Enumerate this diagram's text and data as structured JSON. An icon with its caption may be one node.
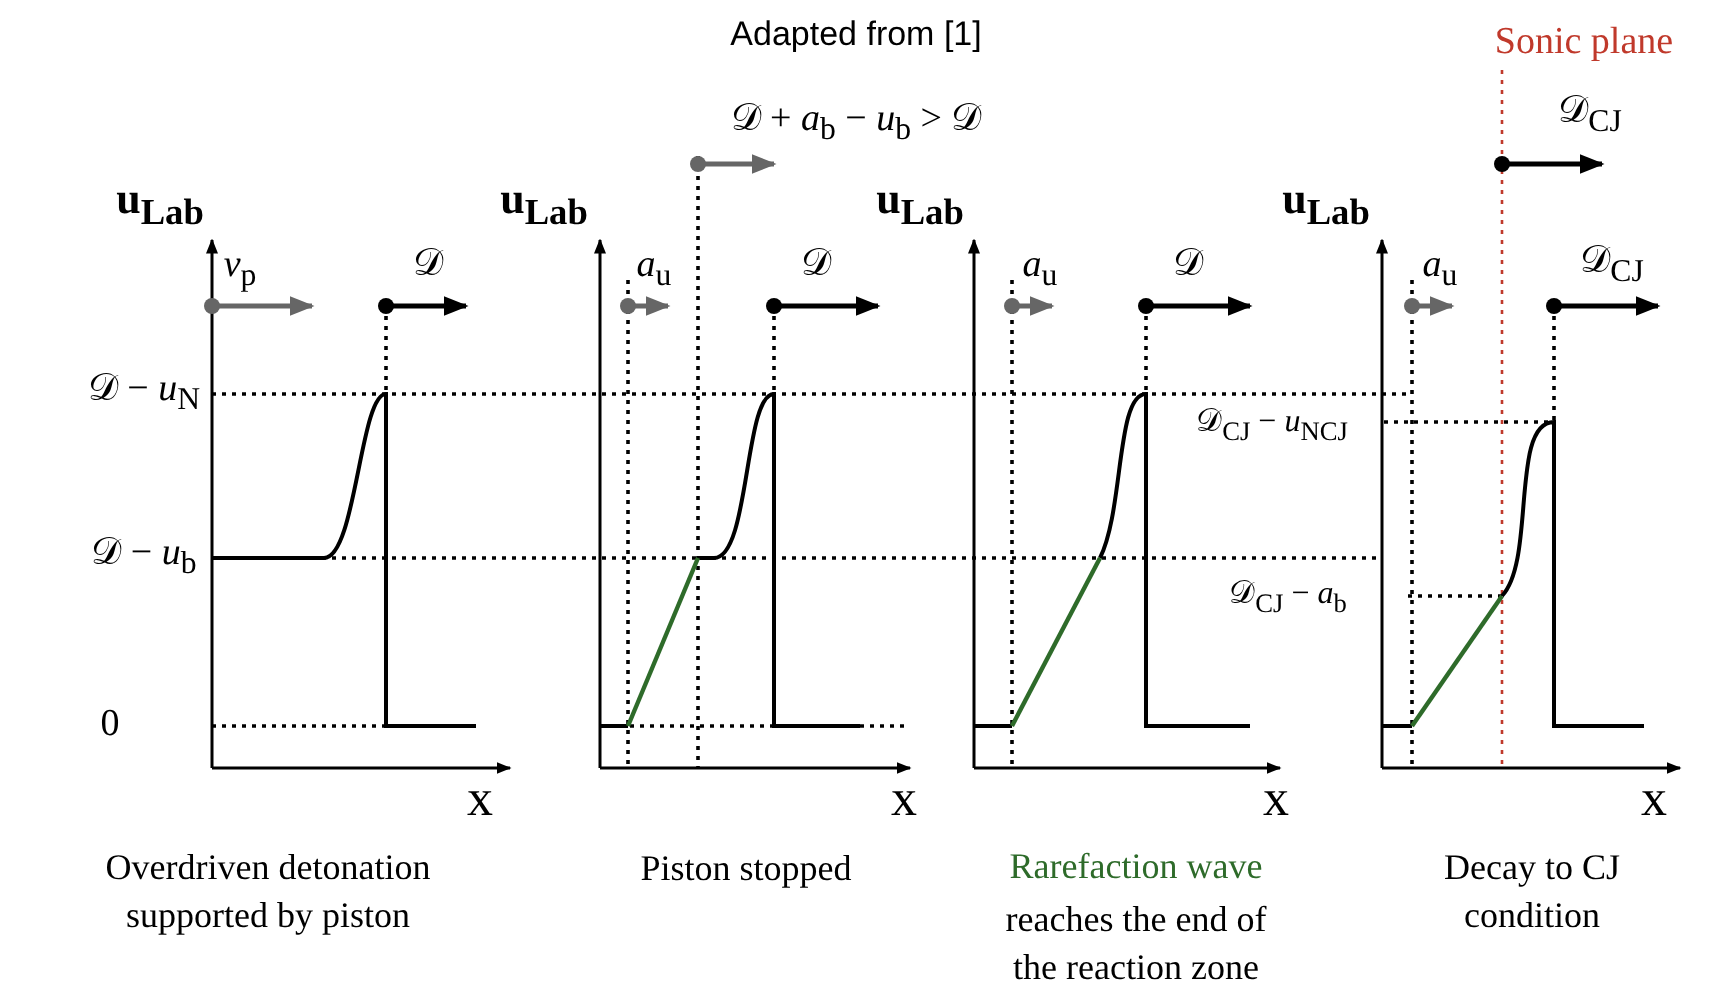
{
  "diagram": {
    "title": "Adapted from [1]",
    "labels": [
      "Sonic plane",
      "𝒟 + *a*$_{b}$ − *u*$_{b}$ > 𝒟",
      "𝒟$_{CJ}$",
      "u$_{Lab}$",
      "u$_{Lab}$",
      "u$_{Lab}$",
      "u$_{Lab}$",
      "*v*$_{p}$",
      "𝒟",
      "*a*$_{u}$",
      "𝒟",
      "*a*$_{u}$",
      "𝒟",
      "*a*$_{u}$",
      "𝒟$_{CJ}$",
      "𝒟 − *u*$_{N}$",
      "𝒟$_{CJ}$ − *u*$_{N}$$_{CJ}$",
      "𝒟 − *u*$_{b}$",
      "𝒟$_{CJ}$ − *a*$_{b}$",
      "0",
      "x",
      "x",
      "x",
      "x",
      "Overdriven detonation supported by piston",
      "Piston stopped",
      "Rarefaction wave",
      "reaches the end of the reaction zone",
      "Decay to CJ condition"
    ]
  }
}
